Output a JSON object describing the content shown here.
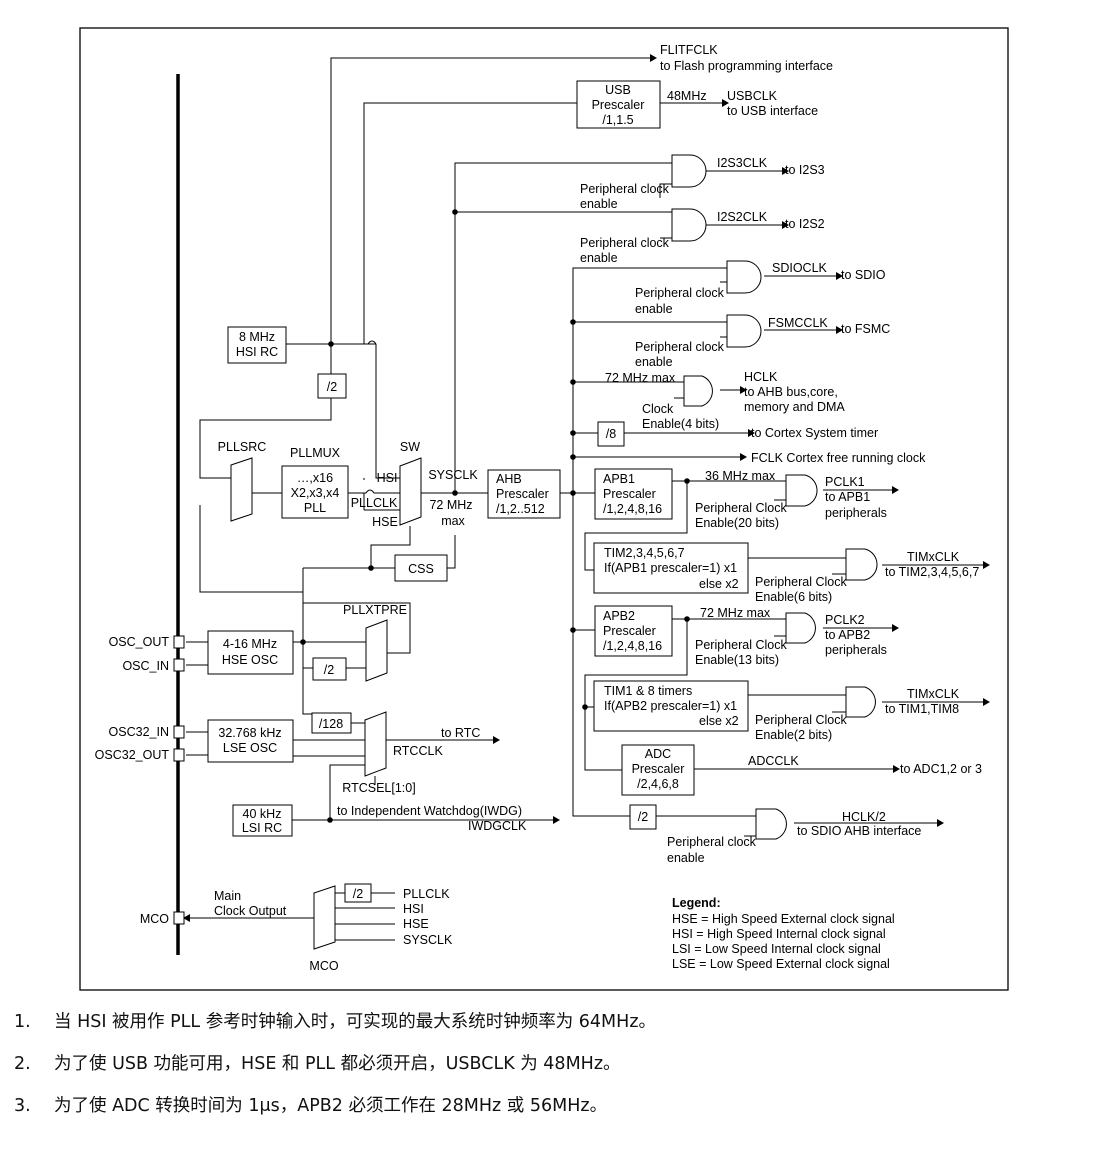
{
  "diagram": {
    "blocks": {
      "hsi_rc": [
        "8 MHz",
        "HSI RC"
      ],
      "div2_hsi": "/2",
      "pllsrc": "PLLSRC",
      "pllmux": "PLLMUX",
      "pll": [
        "…,x16",
        "X2,x3,x4",
        "PLL"
      ],
      "sw": "SW",
      "hsi_in": "HSI",
      "pllclk_in": "PLLCLK",
      "hse_in": "HSE",
      "sysclk": "SYSCLK",
      "sysclk_max": [
        "72 MHz",
        "max"
      ],
      "css": "CSS",
      "ahb": [
        "AHB",
        "Prescaler",
        "/1,2..512"
      ],
      "usb_prescaler": [
        "USB",
        "Prescaler",
        "/1,1.5"
      ],
      "usb_freq": "48MHz",
      "usbclk": [
        "USBCLK",
        "to USB interface"
      ],
      "flitfclk": [
        "FLITFCLK",
        "to Flash programming interface"
      ],
      "i2s3clk": "I2S3CLK",
      "to_i2s3": "to I2S3",
      "i2s2clk": "I2S2CLK",
      "to_i2s2": "to I2S2",
      "sdioclk": "SDIOCLK",
      "to_sdio": "to SDIO",
      "fsmcclk": "FSMCCLK",
      "to_fsmc": "to FSMC",
      "periph_clk_enable": [
        "Peripheral clock",
        "enable"
      ],
      "ahb_max": "72 MHz max",
      "hclk": [
        "HCLK",
        "to AHB bus,core,",
        "memory and DMA"
      ],
      "clock_enable_4": [
        "Clock",
        "Enable(4 bits)"
      ],
      "div8": "/8",
      "cortex_timer": "to Cortex System timer",
      "fclk": "FCLK Cortex free running clock",
      "apb1": [
        "APB1",
        "Prescaler",
        "/1,2,4,8,16"
      ],
      "apb1_max": "36 MHz max",
      "pclk1": [
        "PCLK1",
        "to APB1",
        "peripherals"
      ],
      "pclk_enable_20": [
        "Peripheral Clock",
        "Enable(20 bits)"
      ],
      "tim2_block": [
        "TIM2,3,4,5,6,7",
        "If(APB1 prescaler=1) x1",
        "else x2"
      ],
      "timxclk": "TIMxCLK",
      "to_tim2": "to TIM2,3,4,5,6,7",
      "pclk_enable_6": [
        "Peripheral Clock",
        "Enable(6 bits)"
      ],
      "apb2": [
        "APB2",
        "Prescaler",
        "/1,2,4,8,16"
      ],
      "apb2_max": "72 MHz max",
      "pclk2": [
        "PCLK2",
        "to APB2",
        "peripherals"
      ],
      "pclk_enable_13": [
        "Peripheral Clock",
        "Enable(13 bits)"
      ],
      "tim1_block": [
        "TIM1 & 8 timers",
        "If(APB2 prescaler=1) x1",
        "else x2"
      ],
      "to_tim1": "to TIM1,TIM8",
      "pclk_enable_2": [
        "Peripheral Clock",
        "Enable(2 bits)"
      ],
      "adc": [
        "ADC",
        "Prescaler",
        "/2,4,6,8"
      ],
      "adcclk": "ADCCLK",
      "to_adc": "to ADC1,2 or 3",
      "div2_hclk": "/2",
      "hclk2": "HCLK/2",
      "to_sdio_ahb": "to SDIO AHB interface",
      "periph_clock_enable_lower": [
        "Peripheral clock",
        "enable"
      ],
      "osc_out": "OSC_OUT",
      "osc_in": "OSC_IN",
      "hse_osc": [
        "4-16 MHz",
        "HSE OSC"
      ],
      "div2_hse": "/2",
      "pllxtpre": "PLLXTPRE",
      "osc32_in": "OSC32_IN",
      "osc32_out": "OSC32_OUT",
      "lse_osc": [
        "32.768 kHz",
        "LSE OSC"
      ],
      "div128": "/128",
      "to_rtc": "to RTC",
      "rtcclk": "RTCCLK",
      "rtcsel": "RTCSEL[1:0]",
      "lsi_rc": [
        "40 kHz",
        "LSI RC"
      ],
      "iwdg": "to Independent Watchdog(IWDG)",
      "iwdgclk": "IWDGCLK",
      "mco": "MCO",
      "main_clock_output": [
        "Main",
        "Clock Output"
      ],
      "mco_div2": "/2",
      "mco_inputs": [
        "PLLCLK",
        "HSI",
        "HSE",
        "SYSCLK"
      ],
      "mco_label": "MCO"
    },
    "legend": {
      "title": "Legend:",
      "items": [
        "HSE = High Speed External clock signal",
        "HSI  = High Speed Internal clock signal",
        "LSI  = Low Speed Internal clock signal",
        "LSE = Low Speed External clock signal"
      ]
    }
  },
  "notes": [
    {
      "num": "1.",
      "text": "当 HSI 被用作 PLL 参考时钟输入时，可实现的最大系统时钟频率为 64MHz。"
    },
    {
      "num": "2.",
      "text": "为了使 USB 功能可用，HSE 和 PLL 都必须开启，USBCLK 为 48MHz。"
    },
    {
      "num": "3.",
      "text": "为了使 ADC 转换时间为 1μs，APB2 必须工作在 28MHz 或 56MHz。"
    }
  ]
}
